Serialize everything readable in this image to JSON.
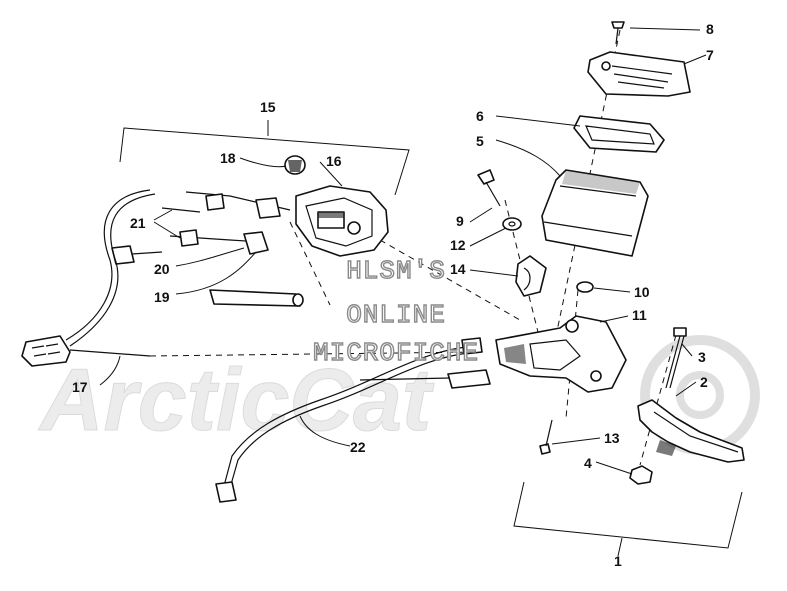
{
  "diagram": {
    "callouts": [
      {
        "id": "c1",
        "text": "1"
      },
      {
        "id": "c2",
        "text": "2"
      },
      {
        "id": "c3",
        "text": "3"
      },
      {
        "id": "c4",
        "text": "4"
      },
      {
        "id": "c5",
        "text": "5"
      },
      {
        "id": "c6",
        "text": "6"
      },
      {
        "id": "c7",
        "text": "7"
      },
      {
        "id": "c8",
        "text": "8"
      },
      {
        "id": "c9",
        "text": "9"
      },
      {
        "id": "c10",
        "text": "10"
      },
      {
        "id": "c11",
        "text": "11"
      },
      {
        "id": "c12",
        "text": "12"
      },
      {
        "id": "c13",
        "text": "13"
      },
      {
        "id": "c14",
        "text": "14"
      },
      {
        "id": "c15",
        "text": "15"
      },
      {
        "id": "c16",
        "text": "16"
      },
      {
        "id": "c17",
        "text": "17"
      },
      {
        "id": "c18",
        "text": "18"
      },
      {
        "id": "c19",
        "text": "19"
      },
      {
        "id": "c20",
        "text": "20"
      },
      {
        "id": "c21",
        "text": "21"
      },
      {
        "id": "c22",
        "text": "22"
      }
    ]
  },
  "watermark": {
    "lines": [
      "HLSM'S",
      "ONLINE",
      "MICROFICHE"
    ],
    "logo_text": "ArcticCat"
  }
}
